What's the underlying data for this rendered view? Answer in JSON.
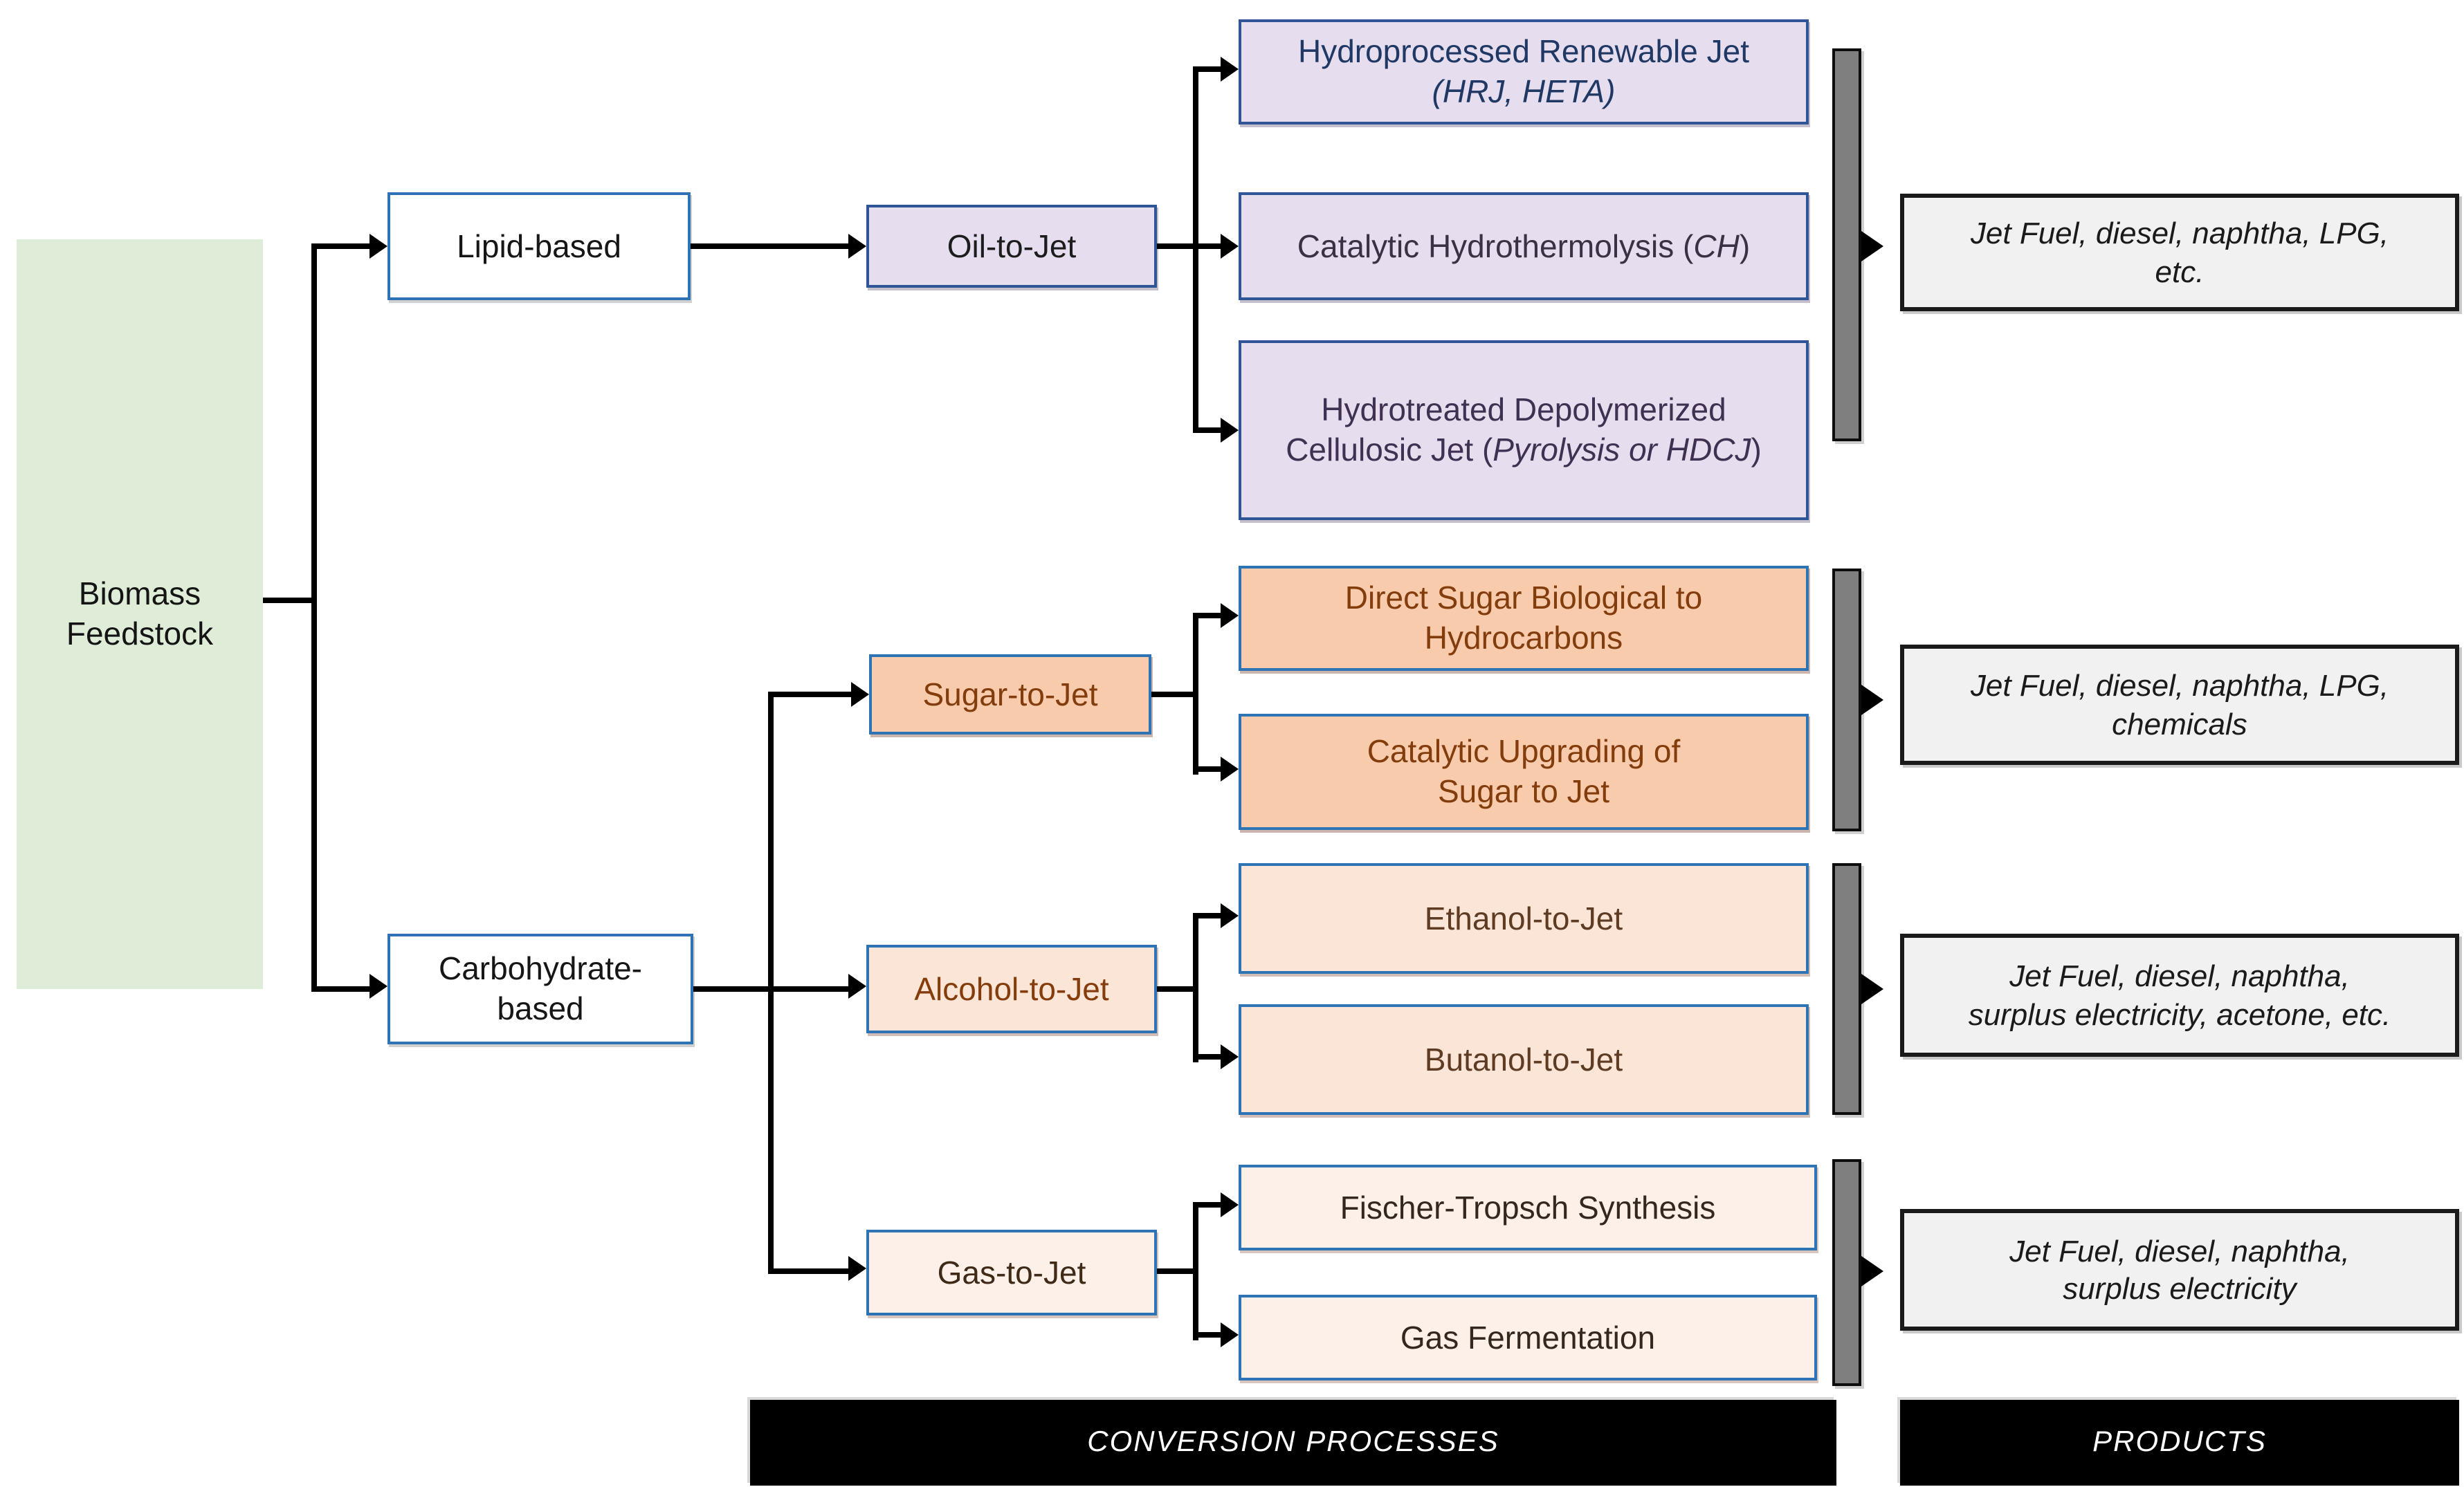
{
  "feedstock": {
    "line1": "Biomass",
    "line2": "Feedstock"
  },
  "categories": {
    "lipid": {
      "label": "Lipid-based"
    },
    "carbohydrate": {
      "line1": "Carbohydrate-",
      "line2": "based"
    }
  },
  "pathways": {
    "oil": {
      "label": "Oil-to-Jet"
    },
    "sugar": {
      "label": "Sugar-to-Jet"
    },
    "alcohol": {
      "label": "Alcohol-to-Jet"
    },
    "gas": {
      "label": "Gas-to-Jet"
    }
  },
  "processes": {
    "hrj": {
      "line1": "Hydroprocessed Renewable Jet",
      "line2": "(HRJ, HETA)"
    },
    "ch": {
      "prefix": "Catalytic Hydrothermolysis (",
      "italic": "CH",
      "suffix": ")"
    },
    "hdcj": {
      "line1": "Hydrotreated Depolymerized",
      "line2_prefix": "Cellulosic Jet (",
      "line2_italic": "Pyrolysis or HDCJ",
      "line2_suffix": ")"
    },
    "dsb": {
      "line1": "Direct Sugar Biological to",
      "line2": "Hydrocarbons"
    },
    "cusj": {
      "line1": "Catalytic Upgrading of",
      "line2": "Sugar to Jet"
    },
    "ethanol": {
      "label": "Ethanol-to-Jet"
    },
    "butanol": {
      "label": "Butanol-to-Jet"
    },
    "ft": {
      "label": "Fischer-Tropsch Synthesis"
    },
    "gf": {
      "label": "Gas Fermentation"
    }
  },
  "products": {
    "p1": {
      "line1": "Jet Fuel, diesel, naphtha, LPG,",
      "line2": "etc."
    },
    "p2": {
      "line1": "Jet Fuel, diesel, naphtha, LPG,",
      "line2": "chemicals"
    },
    "p3": {
      "line1": "Jet Fuel, diesel, naphtha,",
      "line2": "surplus electricity, acetone, etc."
    },
    "p4": {
      "line1": "Jet Fuel, diesel, naphtha,",
      "line2": "surplus electricity"
    }
  },
  "headers": {
    "conversion": "CONVERSION PROCESSES",
    "products": "PRODUCTS"
  },
  "colors": {
    "feedstock_fill": "#dfedd8",
    "lipid_process_fill": "#e6ddef",
    "sugar_process_fill": "#f8cbad",
    "alcohol_process_fill": "#fbe5d6",
    "gas_process_fill": "#fdf0e8",
    "box_border_blue": "#2e74b5",
    "purple_border": "#2f5597",
    "navy_text": "#203864",
    "brown_text": "#833c0c",
    "product_fill": "#f1f1f1",
    "collector_bar": "#7f7f7f",
    "header_bar": "#000000"
  }
}
